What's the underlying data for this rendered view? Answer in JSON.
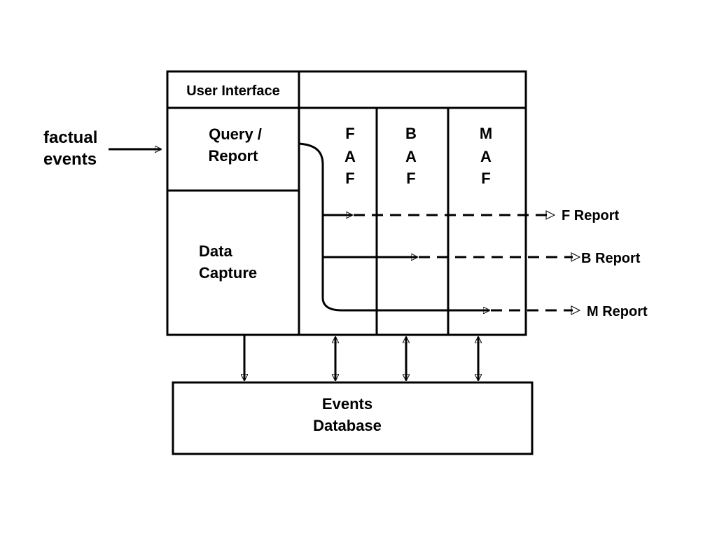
{
  "external": {
    "input_line1": "factual",
    "input_line2": "events"
  },
  "system": {
    "user_interface": "User Interface",
    "query_report_line1": "Query /",
    "query_report_line2": "Report",
    "data_capture_line1": "Data",
    "data_capture_line2": "Capture",
    "modules": [
      {
        "letters": [
          "F",
          "A",
          "F"
        ]
      },
      {
        "letters": [
          "B",
          "A",
          "F"
        ]
      },
      {
        "letters": [
          "M",
          "A",
          "F"
        ]
      }
    ]
  },
  "outputs": {
    "f_report": "F Report",
    "b_report": "B Report",
    "m_report": "M Report"
  },
  "database": {
    "line1": "Events",
    "line2": "Database"
  }
}
